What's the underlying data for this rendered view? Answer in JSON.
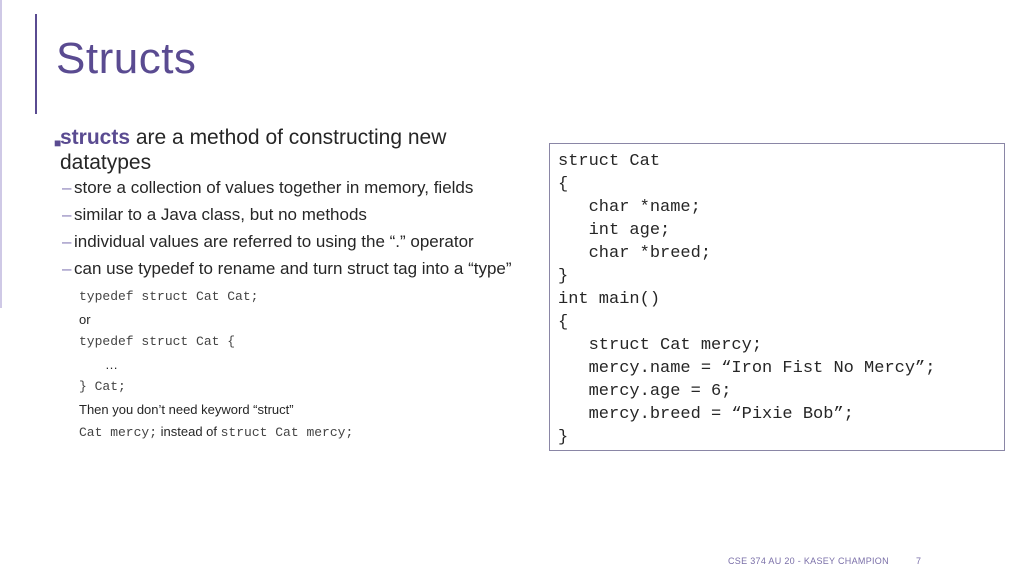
{
  "slide": {
    "title": "Structs",
    "main_bullet": {
      "keyword": "structs",
      "text": " are a method of constructing new datatypes"
    },
    "sub_bullets": [
      "store a collection of values together in memory, fields",
      "similar to a Java class, but no methods",
      "individual values are referred to using the “.” operator",
      "can use typedef to rename and turn struct tag into a “type”"
    ],
    "typedef_example": {
      "line1": "typedef struct Cat Cat;",
      "or": "or",
      "line2": "typedef struct Cat {",
      "ellipsis": "…",
      "line3": "} Cat;",
      "then_text": "Then you don’t need keyword “struct”",
      "usage_code": "Cat mercy;",
      "instead_of": " instead of ",
      "original_code": "struct Cat mercy;"
    },
    "code_lines": [
      "struct Cat",
      "{",
      "   char *name;",
      "   int age;",
      "   char *breed;",
      "}",
      "int main()",
      "{",
      "   struct Cat mercy;",
      "   mercy.name = “Iron Fist No Mercy”;",
      "   mercy.age = 6;",
      "   mercy.breed = “Pixie Bob”;",
      "}"
    ],
    "footer": "CSE 374 AU 20 - KASEY CHAMPION",
    "page_number": "7"
  },
  "colors": {
    "accent": "#5a4b91",
    "text": "#262626",
    "border": "#8a86a6"
  }
}
